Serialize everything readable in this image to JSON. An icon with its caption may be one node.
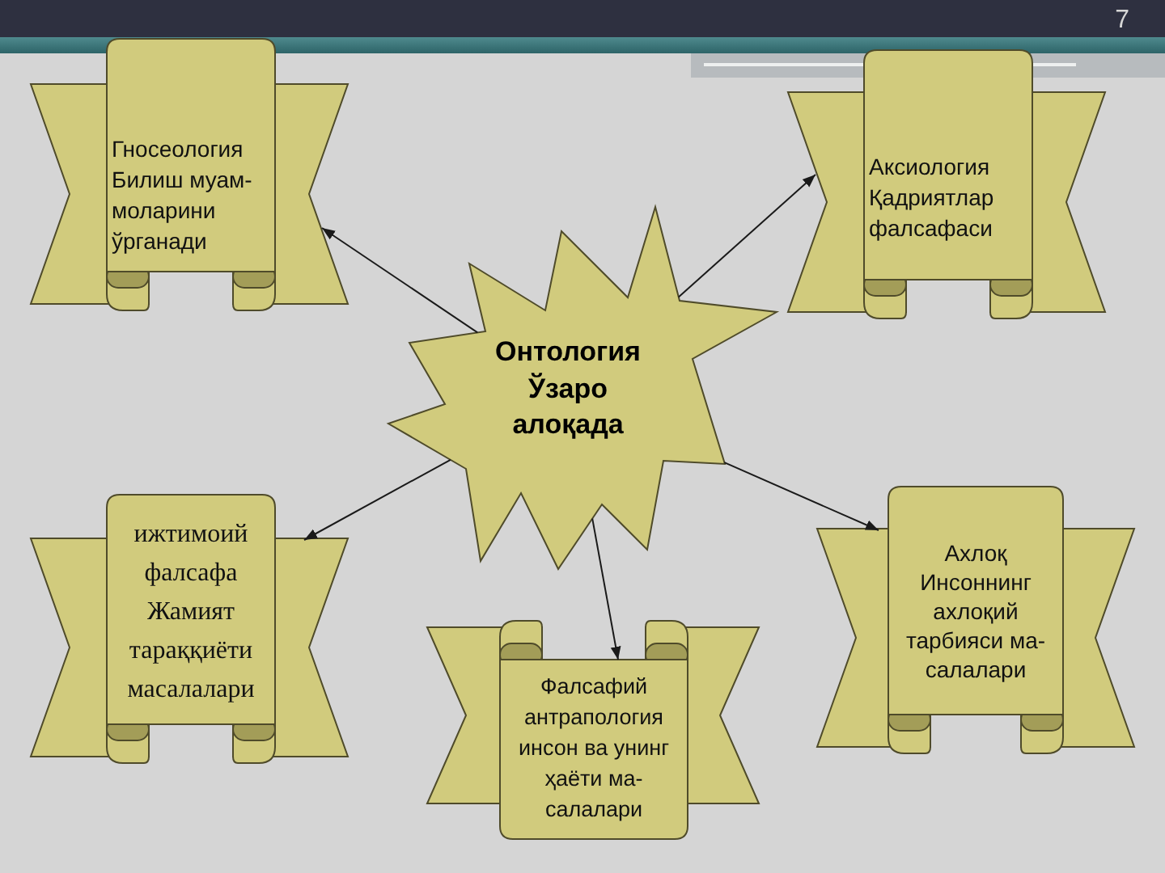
{
  "diagram": {
    "nodes": [
      {
        "text": [
          "Гносеология",
          "Билиш муам- моларини ўрганади"
        ]
      },
      {
        "text": [
          "Аксиология",
          "Қадриятлар фалсафаси"
        ]
      },
      {
        "text": [
          "Онтология",
          "Ўзаро алоқада"
        ]
      },
      {
        "text": [
          "ижтимоий фалсафа",
          "Жамият тараққиёти масалалари"
        ]
      },
      {
        "text": [
          "Фалсафий антрапология",
          "инсон ва унинг ҳаёти ма- салалари"
        ]
      },
      {
        "text": [
          "Ахлоқ",
          "Инсоннинг ахлоқий тарбияси ма- салалари"
        ]
      }
    ],
    "edges": [
      {
        "from": 2,
        "to": 0,
        "arrow": "to"
      },
      {
        "from": 2,
        "to": 1,
        "arrow": "to"
      },
      {
        "from": 2,
        "to": 3,
        "arrow": "to"
      },
      {
        "from": 2,
        "to": 4,
        "arrow": "to"
      },
      {
        "from": 2,
        "to": 5,
        "arrow": "to"
      }
    ],
    "labels": [
      "7"
    ]
  }
}
